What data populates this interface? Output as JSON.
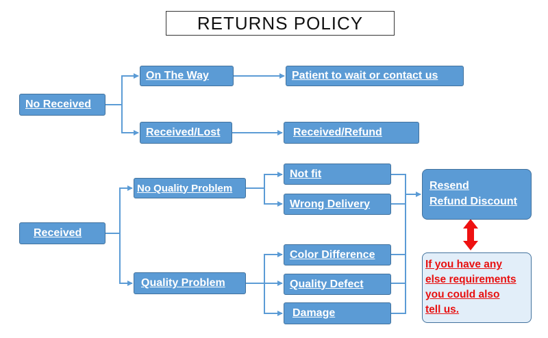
{
  "title": "RETURNS POLICY",
  "nodes": {
    "no_received": "No Received",
    "on_the_way": "On The Way",
    "patient": "Patient to wait or contact us",
    "received_lost": "Received/Lost",
    "received_refund": "Received/Refund",
    "received": "Received",
    "no_quality_problem": "No Quality Problem",
    "quality_problem": "Quality Problem",
    "not_fit": "Not fit",
    "wrong_delivery": "Wrong Delivery",
    "color_difference": "Color Difference",
    "quality_defect": "Quality Defect",
    "damage": "Damage",
    "resend": [
      "Resend",
      "Refund Discount"
    ],
    "note": [
      "If you have any",
      "else requirements",
      "you could also",
      "tell us."
    ]
  },
  "colors": {
    "box_fill": "#5b9bd5",
    "box_border": "#41719c",
    "note_text": "#e81010",
    "note_fill": "#e2eef9",
    "double_arrow": "#ee1111"
  }
}
